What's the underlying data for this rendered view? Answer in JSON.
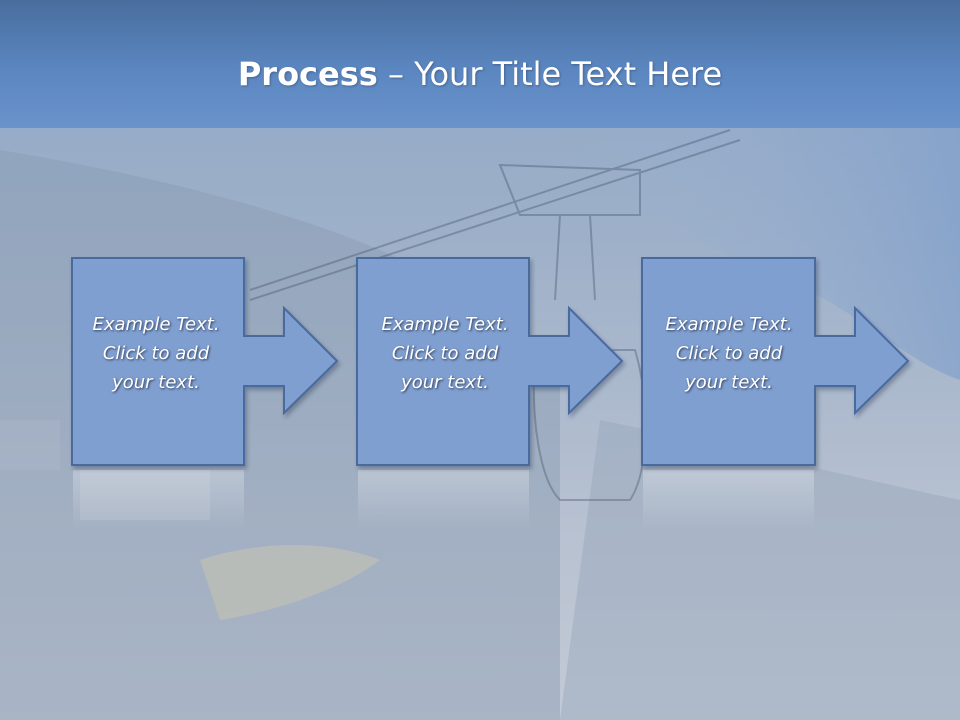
{
  "title": {
    "bold": "Process",
    "rest": " – Your Title Text Here"
  },
  "steps": [
    {
      "text": "Example Text.\nClick  to add\nyour text."
    },
    {
      "text": "Example Text.\nClick  to add\nyour text."
    },
    {
      "text": "Example Text.\nClick  to add\nyour text."
    }
  ],
  "colors": {
    "title_bar": "#5b86c0",
    "shape_fill": "#7f9fd1",
    "shape_stroke": "#4a6a9e",
    "text": "#ffffff"
  },
  "icons": [
    "right-arrow-icon"
  ]
}
